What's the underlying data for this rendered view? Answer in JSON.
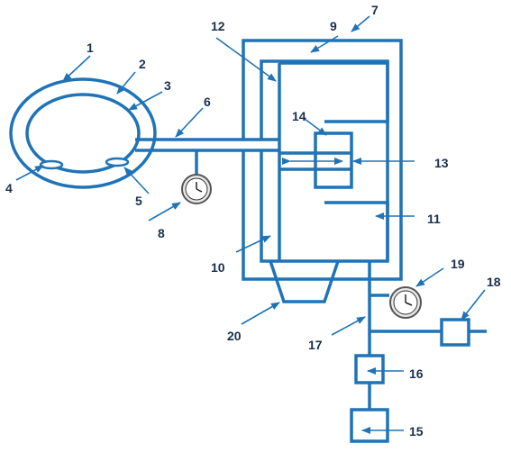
{
  "colors": {
    "line": "#1f73b7",
    "label": "#1a2f4d",
    "gauge_face": "#ffffff"
  },
  "labels": {
    "l1": "1",
    "l2": "2",
    "l3": "3",
    "l4": "4",
    "l5": "5",
    "l6": "6",
    "l7": "7",
    "l8": "8",
    "l9": "9",
    "l10": "10",
    "l11": "11",
    "l12": "12",
    "l13": "13",
    "l14": "14",
    "l15": "15",
    "l16": "16",
    "l17": "17",
    "l18": "18",
    "l19": "19",
    "l20": "20"
  },
  "icons": {
    "gauge": "pressure-gauge-icon"
  }
}
